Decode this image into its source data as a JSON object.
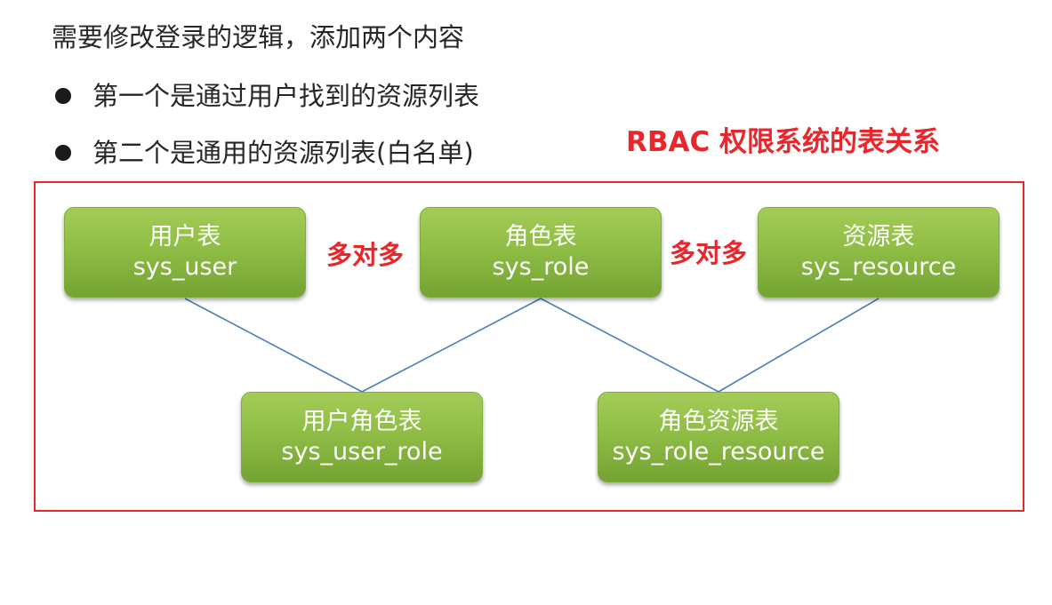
{
  "intro": "需要修改登录的逻辑，添加两个内容",
  "bullets": [
    "第一个是通过用户找到的资源列表",
    "第二个是通用的资源列表(白名单)"
  ],
  "diagram_title": "RBAC 权限系统的表关系",
  "tables": {
    "user": {
      "cn": "用户表",
      "en": "sys_user"
    },
    "role": {
      "cn": "角色表",
      "en": "sys_role"
    },
    "resource": {
      "cn": "资源表",
      "en": "sys_resource"
    },
    "user_role": {
      "cn": "用户角色表",
      "en": "sys_user_role"
    },
    "role_resource": {
      "cn": "角色资源表",
      "en": "sys_role_resource"
    }
  },
  "relations": {
    "user_role_rel": "多对多",
    "role_resource_rel": "多对多"
  },
  "colors": {
    "accent_red": "#e8262b",
    "box_green": "#8fbd45",
    "line_blue": "#4a7ebb"
  }
}
